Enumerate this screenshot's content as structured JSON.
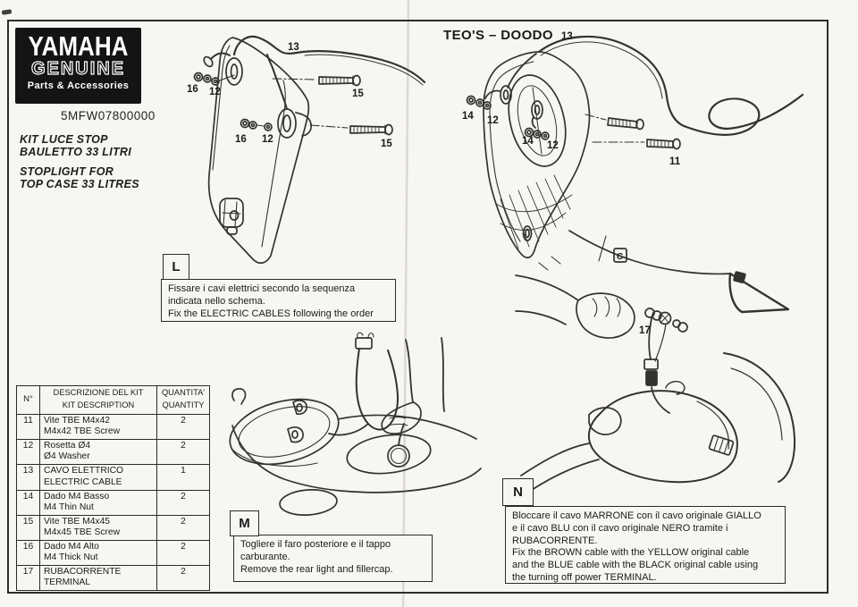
{
  "brand": {
    "name": "YAMAHA",
    "sub": "GENUINE",
    "tagline": "Parts & Accessories"
  },
  "part_number": "5MFW07800000",
  "kit_title": {
    "it": [
      "KIT LUCE STOP",
      "BAULETTO 33  LITRI"
    ],
    "en": [
      "STOPLIGHT FOR",
      "TOP CASE 33 LITRES"
    ]
  },
  "model_header": "TEO'S – DOODO",
  "steps": {
    "L": {
      "letter": "L",
      "lines": [
        "Fissare i cavi elettrici secondo la sequenza",
        "indicata nello schema.",
        "Fix the ELECTRIC CABLES following the order"
      ]
    },
    "M": {
      "letter": "M",
      "lines": [
        "Togliere il faro posteriore e il tappo",
        "carburante.",
        "Remove the rear light and fillercap."
      ]
    },
    "N": {
      "letter": "N",
      "lines": [
        "Bloccare il cavo MARRONE con il cavo originale GIALLO",
        "e il cavo BLU con il cavo originale NERO tramite i",
        "RUBACORRENTE.",
        "Fix the BROWN cable with the YELLOW original cable",
        "and the BLUE cable with the BLACK original cable using",
        "the turning off power TERMINAL."
      ]
    }
  },
  "parts_table": {
    "header": {
      "num": "N°",
      "desc": [
        "DESCRIZIONE DEL KIT",
        "KIT  DESCRIPTION"
      ],
      "qty": [
        "QUANTITA'",
        "QUANTITY"
      ]
    },
    "rows": [
      {
        "num": "11",
        "desc": [
          "Vite TBE M4x42",
          "M4x42 TBE Screw"
        ],
        "qty": "2"
      },
      {
        "num": "12",
        "desc": [
          "Rosetta Ø4",
          "Ø4 Washer"
        ],
        "qty": "2"
      },
      {
        "num": "13",
        "desc": [
          "CAVO ELETTRICO",
          "ELECTRIC CABLE"
        ],
        "qty": "1"
      },
      {
        "num": "14",
        "desc": [
          "Dado M4 Basso",
          "M4 Thin Nut"
        ],
        "qty": "2"
      },
      {
        "num": "15",
        "desc": [
          "Vite TBE M4x45",
          "M4x45 TBE Screw"
        ],
        "qty": "2"
      },
      {
        "num": "16",
        "desc": [
          "Dado M4 Alto",
          "M4 Thick Nut"
        ],
        "qty": "2"
      },
      {
        "num": "17",
        "desc": [
          "RUBACORRENTE",
          "TERMINAL"
        ],
        "qty": "2"
      }
    ]
  },
  "callouts": {
    "c11": "11",
    "c12": "12",
    "c13": "13",
    "c14": "14",
    "c15": "15",
    "c16": "16",
    "c17": "17",
    "badge_c": "C"
  }
}
